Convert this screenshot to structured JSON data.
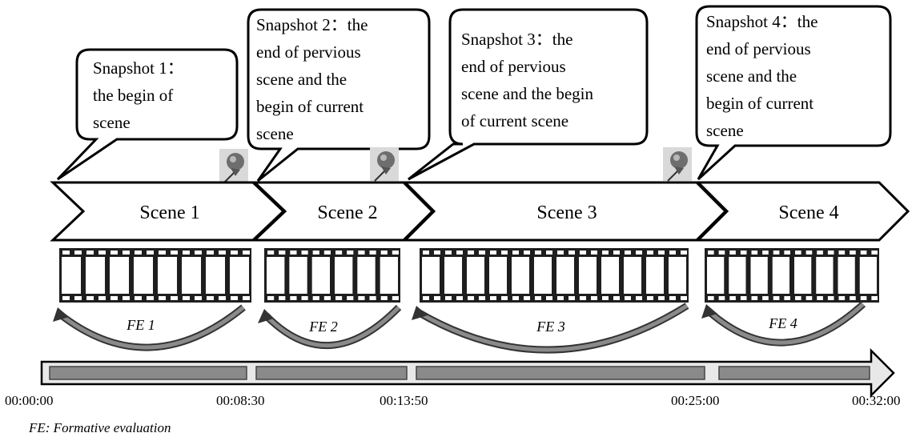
{
  "snapshots": [
    {
      "lines": [
        "Snapshot 1：",
        "the begin of",
        "scene"
      ]
    },
    {
      "lines": [
        "Snapshot 2：the",
        "end of pervious",
        "scene and the",
        "begin of current",
        "scene"
      ]
    },
    {
      "lines": [
        "Snapshot 3：the",
        "end of pervious",
        "scene and the  begin",
        "of current scene"
      ]
    },
    {
      "lines": [
        "Snapshot 4：the",
        "end of pervious",
        "scene and the",
        "begin of current",
        "scene"
      ]
    }
  ],
  "scenes": [
    "Scene 1",
    "Scene 2",
    "Scene 3",
    "Scene 4"
  ],
  "evaluations": [
    "FE 1",
    "FE 2",
    "FE 3",
    "FE 4"
  ],
  "timestamps": [
    "00:00:00",
    "00:08:30",
    "00:13:50",
    "00:25:00",
    "00:32:00"
  ],
  "footnote": "FE: Formative evaluation",
  "icons": {
    "pin": "pushpin-icon"
  },
  "colors": {
    "bar": "#8a8a8a",
    "arrow_fill": "#e6e6e6",
    "arc": "#7a7a7a",
    "film": "#222222"
  }
}
